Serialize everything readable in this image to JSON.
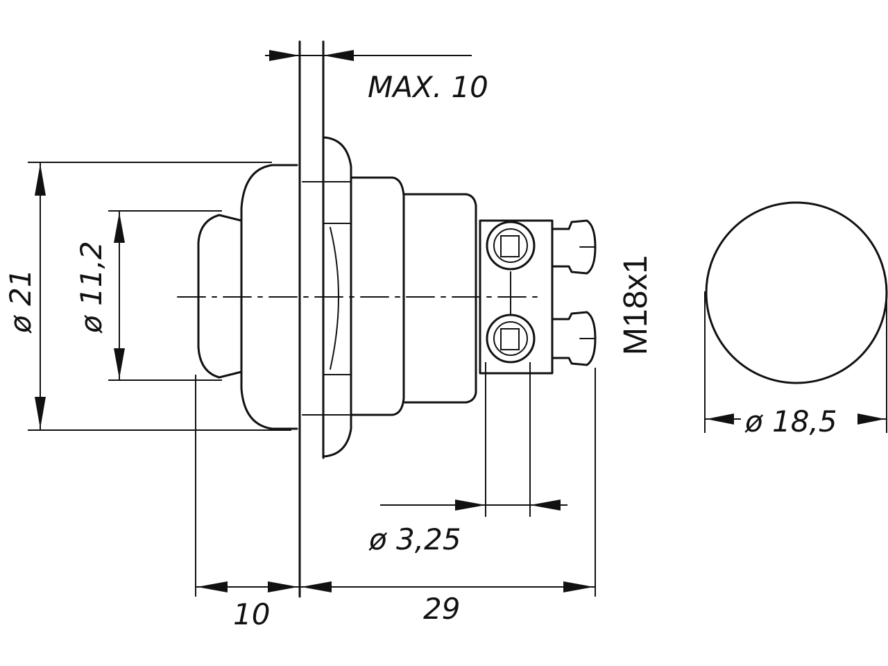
{
  "dimensions": {
    "panel_thickness": "MAX. 10",
    "outer_diameter": "ø 21",
    "button_diameter": "ø 11,2",
    "thread": "M18x1",
    "terminal_hole": "ø 3,25",
    "front_length": "10",
    "body_length": "29",
    "mounting_hole": "ø 18,5"
  },
  "colors": {
    "line": "#111111",
    "background": "#ffffff"
  }
}
